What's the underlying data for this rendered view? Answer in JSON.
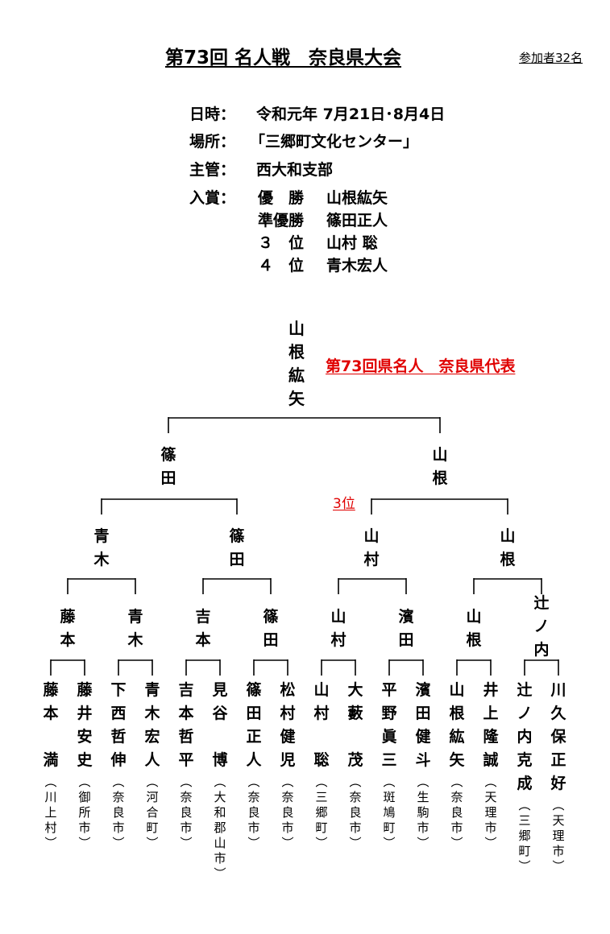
{
  "header": {
    "title": "第73回 名人戦　奈良県大会",
    "participants": "参加者32名"
  },
  "info": {
    "date_label": "日時：",
    "date_value": "令和元年 7月21日･8月4日",
    "venue_label": "場所：",
    "venue_value": "「三郷町文化センター」",
    "host_label": "主管：",
    "host_value": "西大和支部",
    "awards_label": "入賞："
  },
  "awards": [
    {
      "rank": "優　勝",
      "name": "山根紘矢"
    },
    {
      "rank": "準優勝",
      "name": "篠田正人"
    },
    {
      "rank": "３　位",
      "name": "山村 聡"
    },
    {
      "rank": "４　位",
      "name": "青木宏人"
    }
  ],
  "champion": {
    "name": "山\n根\n紘\n矢",
    "title": "第73回県名人　奈良県代表"
  },
  "third_place_mark": "3位",
  "finalists": [
    "篠\n田",
    "山\n根"
  ],
  "semifinal_winners": [
    "青\n木",
    "篠\n田",
    "山\n村",
    "山\n根"
  ],
  "quarterfinal_winners": [
    "藤\n本",
    "青\n木",
    "吉\n本",
    "篠\n田",
    "山\n村",
    "濱\n田",
    "山\n根",
    "辻\nノ\n内"
  ],
  "players": [
    {
      "name": "藤\n本\n\n満",
      "city": "︵\n川\n上\n村\n︶"
    },
    {
      "name": "藤\n井\n安\n史",
      "city": "︵\n御\n所\n市\n︶"
    },
    {
      "name": "下\n西\n哲\n伸",
      "city": "︵\n奈\n良\n市\n︶"
    },
    {
      "name": "青\n木\n宏\n人",
      "city": "︵\n河\n合\n町\n︶"
    },
    {
      "name": "吉\n本\n哲\n平",
      "city": "︵\n奈\n良\n市\n︶"
    },
    {
      "name": "見\n谷\n\n博",
      "city": "︵\n大\n和\n郡\n山\n市\n︶"
    },
    {
      "name": "篠\n田\n正\n人",
      "city": "︵\n奈\n良\n市\n︶"
    },
    {
      "name": "松\n村\n健\n児",
      "city": "︵\n奈\n良\n市\n︶"
    },
    {
      "name": "山\n村\n\n聡",
      "city": "︵\n三\n郷\n町\n︶"
    },
    {
      "name": "大\n藪\n\n茂",
      "city": "︵\n奈\n良\n市\n︶"
    },
    {
      "name": "平\n野\n眞\n三",
      "city": "︵\n斑\n鳩\n町\n︶"
    },
    {
      "name": "濱\n田\n健\n斗",
      "city": "︵\n生\n駒\n市\n︶"
    },
    {
      "name": "山\n根\n紘\n矢",
      "city": "︵\n奈\n良\n市\n︶"
    },
    {
      "name": "井\n上\n隆\n誠",
      "city": "︵\n天\n理\n市\n︶"
    },
    {
      "name": "辻\nノ\n内\n克\n成",
      "city": "︵\n三\n郷\n町\n︶"
    },
    {
      "name": "川\n久\n保\n正\n好",
      "city": "︵\n天\n理\n市\n︶"
    }
  ]
}
